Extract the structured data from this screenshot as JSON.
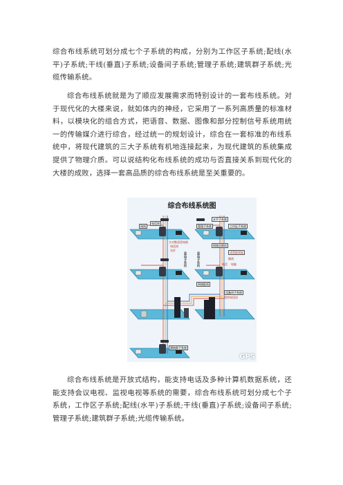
{
  "paragraphs": {
    "p1": "综合布线系统可划分成七个子系统的构成，分别为工作区子系统;配线(水平)子系统;干线(垂直)子系统;设备间子系统;管理子系统;建筑群子系统;光缆传输系统。",
    "p2": "综合布线系统就是为了顺应发展需求而特别设计的一套布线系统。对于现代化的大楼来说，就如体内的神经，它采用了一系列高质量的标准材料，以模块化的组合方式，把语音、数据、图像和部分控制信号系统用统一的传输媒介进行综合，经过统一的规划设计，综合在一套标准的布线系统中，将现代建筑的三大子系统有机地连接起来，为现代建筑的系统集成提供了物理介质。可以说结构化布线系统的成功与否直接关系到现代化的大楼的成败，选择一套高品质的综合布线系统是至关重要的。",
    "p3": "综合布线系统是开放式结构，能支持电话及多种计算机数据系统，还能支持会议电视、监视电视等系统的需要，综合布线系统可划分成七个子系统，工作区子系统;配线(水平)子系统;干线(垂直)子系统;设备间子系统;管理子系统;建筑群子系统;光缆传输系统。"
  },
  "figure": {
    "title": "综合布线系统图",
    "labels": {
      "l_phone": "网线",
      "l_data": "电话线",
      "l_big": "大对数语音电缆",
      "l_voice": "电话线",
      "l_fiber": "光纤",
      "l_vert_left": "垂直子系统",
      "l_vert_right": "垂直子系统",
      "l_horiz": "水平子系统",
      "l_mgmt": "管理子系统",
      "l_work": "工作区子系统",
      "l_patch": "网络交换机",
      "l_frame": "语音配线架",
      "l_jump": "跳线",
      "l_tel": "电话",
      "l_pc": "电脑",
      "l_switch": "网络配线",
      "l_equip": "设备间子系统",
      "l_pbx": "程控电话机",
      "l_campus": "建筑群子系统"
    },
    "watermark": "GPS"
  },
  "colors": {
    "floor": "#5bb8d9",
    "floor_edge": "#1e6f96",
    "cable_red": "#d9534f",
    "cable_blue": "#3d6fb5",
    "cable_orange": "#e8a33d",
    "rack": "#2b2f38"
  }
}
